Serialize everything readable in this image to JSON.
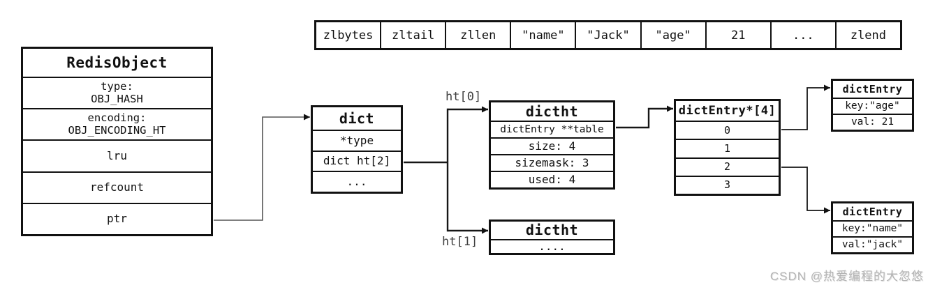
{
  "colors": {
    "line": "#1a1a1a",
    "pointer_line": "#555555",
    "muted_label": "#3f3f3f",
    "watermark": "#b4b4b4"
  },
  "ziplist": {
    "cells": [
      "zlbytes",
      "zltail",
      "zllen",
      "\"name\"",
      "\"Jack\"",
      "\"age\"",
      "21",
      "...",
      "zlend"
    ]
  },
  "redis_object": {
    "title": "RedisObject",
    "rows": [
      "type:\nOBJ_HASH",
      "encoding:\nOBJ_ENCODING_HT",
      "lru",
      "refcount",
      "ptr"
    ]
  },
  "dict_box": {
    "title": "dict",
    "rows": [
      "*type",
      "dict ht[2]",
      "..."
    ]
  },
  "dictht_top": {
    "title": "dictht",
    "rows": [
      "dictEntry **table",
      "size: 4",
      "sizemask: 3",
      "used: 4"
    ]
  },
  "dictht_bottom": {
    "title": "dictht",
    "rows": [
      "...."
    ]
  },
  "entry_array": {
    "title": "dictEntry*[4]",
    "rows": [
      "0",
      "1",
      "2",
      "3"
    ]
  },
  "entry_age": {
    "title": "dictEntry",
    "rows": [
      "key:\"age\"",
      "val: 21"
    ]
  },
  "entry_name": {
    "title": "dictEntry",
    "rows": [
      "key:\"name\"",
      "val:\"jack\""
    ]
  },
  "pointer_labels": {
    "ht0": "ht[0]",
    "ht1": "ht[1]"
  },
  "watermark": "CSDN @热爱编程的大忽悠"
}
